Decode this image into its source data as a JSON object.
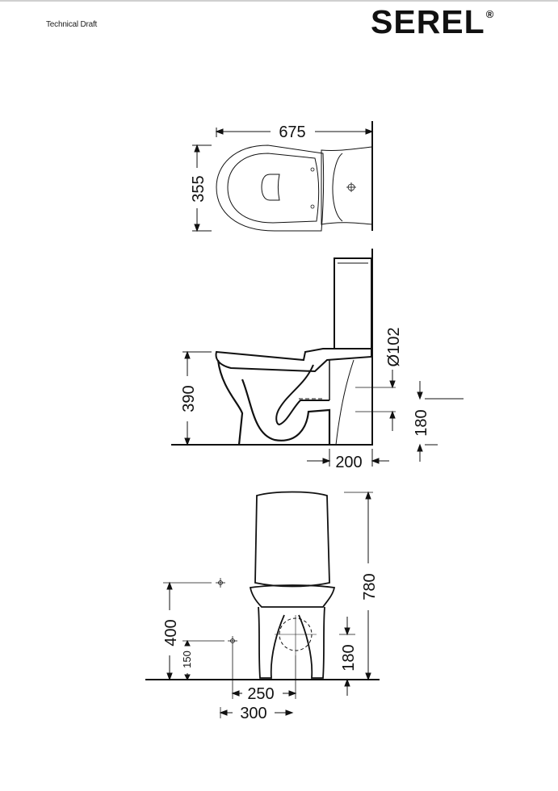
{
  "header": {
    "doc_label": "Technical Draft",
    "brand": "SEREL",
    "brand_mark": "®"
  },
  "dimensions": {
    "top_width": "675",
    "top_depth": "355",
    "side_height": "390",
    "side_diameter": "Ø102",
    "side_outlet_height": "180",
    "side_wall_distance": "200",
    "front_total_height": "780",
    "front_fixing_height": "400",
    "front_floor_fix": "150",
    "front_outlet_height": "180",
    "front_width_a": "250",
    "front_width_b": "300"
  },
  "colors": {
    "line": "#111111",
    "header_rule": "#cfcfcf"
  }
}
